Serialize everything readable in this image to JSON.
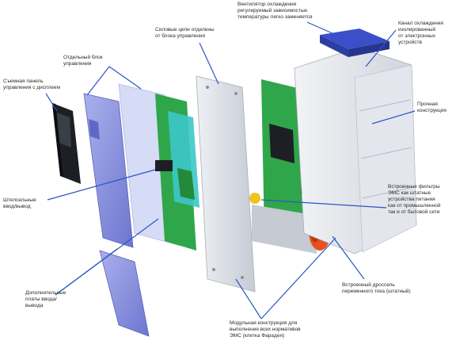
{
  "labels": {
    "fan": "Вентилятор охлаждения\nрегулируемый зависимостью\nтемпературы легко заменяется",
    "cooling_channel": "Канал охлаждения\nизолированный\nот электронных\nустройств",
    "power_circuits": "Силовые цепи отделены\nот блока управления",
    "control_unit": "Отдельный блок\nуправления",
    "display_panel": "Съемная панель\nуправления с дисплеем",
    "frame": "Прочная\nконструкция",
    "io_terminals": "Штепсельные\nввод/вывод",
    "emc_filters": "Встроенные фильтры\nЭМС как штатные\nустройства питания\nкак от промышленной\nтак и от бытовой сети",
    "io_boards": "Дополнительные\nплаты ввода/\nвывода",
    "dc_choke": "Встроенный дроссель\nпеременного тока (штатный)",
    "modular_emc": "Модульная конструкция для\nвыполнения всех нормативов\nЭМС (клетка Фарадея)"
  },
  "colors": {
    "panel_blue": "#7e86d8",
    "panel_light": "#c9cff3",
    "pcb_green": "#2fa64a",
    "pcb_cyan": "#3cc8c8",
    "metal": "#d7dbe2",
    "orange": "#e8501e",
    "leader": "#2a55c4",
    "keypad": "#1d1f24"
  }
}
